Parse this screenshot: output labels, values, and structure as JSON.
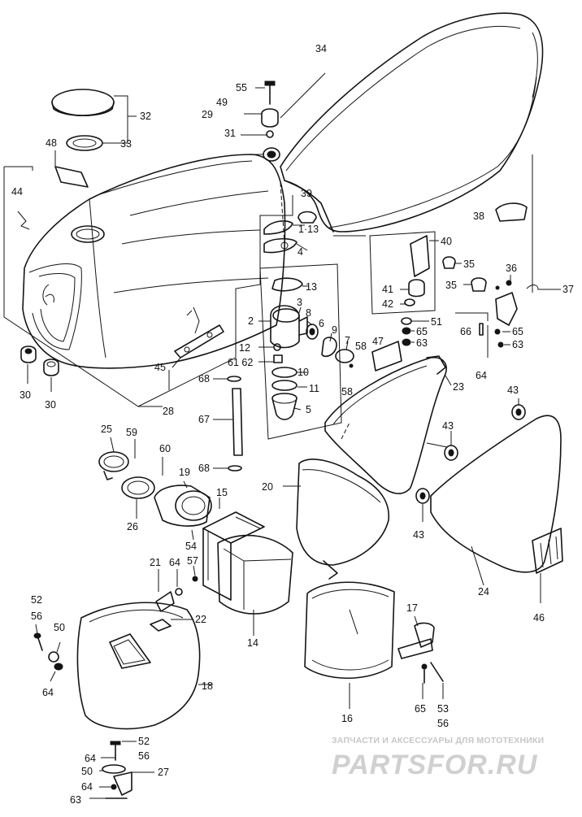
{
  "diagram": {
    "labels": [
      {
        "id": "32",
        "text": "32"
      },
      {
        "id": "33",
        "text": "33"
      },
      {
        "id": "48",
        "text": "48"
      },
      {
        "id": "44",
        "text": "44"
      },
      {
        "id": "55",
        "text": "55"
      },
      {
        "id": "49",
        "text": "49"
      },
      {
        "id": "29",
        "text": "29"
      },
      {
        "id": "31",
        "text": "31"
      },
      {
        "id": "34",
        "text": "34"
      },
      {
        "id": "39",
        "text": "39"
      },
      {
        "id": "1-13",
        "text": "1·13"
      },
      {
        "id": "4",
        "text": "4"
      },
      {
        "id": "13",
        "text": "13"
      },
      {
        "id": "2",
        "text": "2"
      },
      {
        "id": "3",
        "text": "3"
      },
      {
        "id": "8",
        "text": "8"
      },
      {
        "id": "6",
        "text": "6"
      },
      {
        "id": "9",
        "text": "9"
      },
      {
        "id": "7",
        "text": "7"
      },
      {
        "id": "58a",
        "text": "58"
      },
      {
        "id": "58b",
        "text": "58"
      },
      {
        "id": "47",
        "text": "47"
      },
      {
        "id": "12",
        "text": "12"
      },
      {
        "id": "61-62",
        "text": "61 62"
      },
      {
        "id": "10",
        "text": "10"
      },
      {
        "id": "11",
        "text": "11"
      },
      {
        "id": "5",
        "text": "5"
      },
      {
        "id": "68a",
        "text": "68"
      },
      {
        "id": "67",
        "text": "67"
      },
      {
        "id": "68b",
        "text": "68"
      },
      {
        "id": "45",
        "text": "45"
      },
      {
        "id": "28",
        "text": "28"
      },
      {
        "id": "30a",
        "text": "30"
      },
      {
        "id": "30b",
        "text": "30"
      },
      {
        "id": "38",
        "text": "38"
      },
      {
        "id": "40",
        "text": "40"
      },
      {
        "id": "35a",
        "text": "35"
      },
      {
        "id": "35b",
        "text": "35"
      },
      {
        "id": "36",
        "text": "36"
      },
      {
        "id": "37",
        "text": "37"
      },
      {
        "id": "41",
        "text": "41"
      },
      {
        "id": "42",
        "text": "42"
      },
      {
        "id": "51",
        "text": "51"
      },
      {
        "id": "65a",
        "text": "65"
      },
      {
        "id": "63a",
        "text": "63"
      },
      {
        "id": "66",
        "text": "66"
      },
      {
        "id": "65b",
        "text": "65"
      },
      {
        "id": "63b",
        "text": "63"
      },
      {
        "id": "64a",
        "text": "64"
      },
      {
        "id": "23",
        "text": "23"
      },
      {
        "id": "43a",
        "text": "43"
      },
      {
        "id": "43b",
        "text": "43"
      },
      {
        "id": "43c",
        "text": "43"
      },
      {
        "id": "25",
        "text": "25"
      },
      {
        "id": "59",
        "text": "59"
      },
      {
        "id": "60",
        "text": "60"
      },
      {
        "id": "19",
        "text": "19"
      },
      {
        "id": "26",
        "text": "26"
      },
      {
        "id": "15",
        "text": "15"
      },
      {
        "id": "20",
        "text": "20"
      },
      {
        "id": "54",
        "text": "54"
      },
      {
        "id": "21",
        "text": "21"
      },
      {
        "id": "64b",
        "text": "64"
      },
      {
        "id": "57",
        "text": "57"
      },
      {
        "id": "22",
        "text": "22"
      },
      {
        "id": "14",
        "text": "14"
      },
      {
        "id": "24",
        "text": "24"
      },
      {
        "id": "46",
        "text": "46"
      },
      {
        "id": "52a",
        "text": "52"
      },
      {
        "id": "56a",
        "text": "56"
      },
      {
        "id": "50a",
        "text": "50"
      },
      {
        "id": "64c",
        "text": "64"
      },
      {
        "id": "18",
        "text": "18"
      },
      {
        "id": "17",
        "text": "17"
      },
      {
        "id": "16",
        "text": "16"
      },
      {
        "id": "65c",
        "text": "65"
      },
      {
        "id": "53",
        "text": "53"
      },
      {
        "id": "56b",
        "text": "56"
      },
      {
        "id": "52b",
        "text": "52"
      },
      {
        "id": "56c",
        "text": "56"
      },
      {
        "id": "64d",
        "text": "64"
      },
      {
        "id": "50b",
        "text": "50"
      },
      {
        "id": "27",
        "text": "27"
      },
      {
        "id": "64e",
        "text": "64"
      },
      {
        "id": "63c",
        "text": "63"
      }
    ]
  },
  "watermark": {
    "tagline": "ЗАПЧАСТИ И АКСЕССУАРЫ ДЛЯ МОТОТЕХНИКИ",
    "logo_text": "PARTSFOR.RU",
    "logo_color": "#d0d0d0"
  }
}
